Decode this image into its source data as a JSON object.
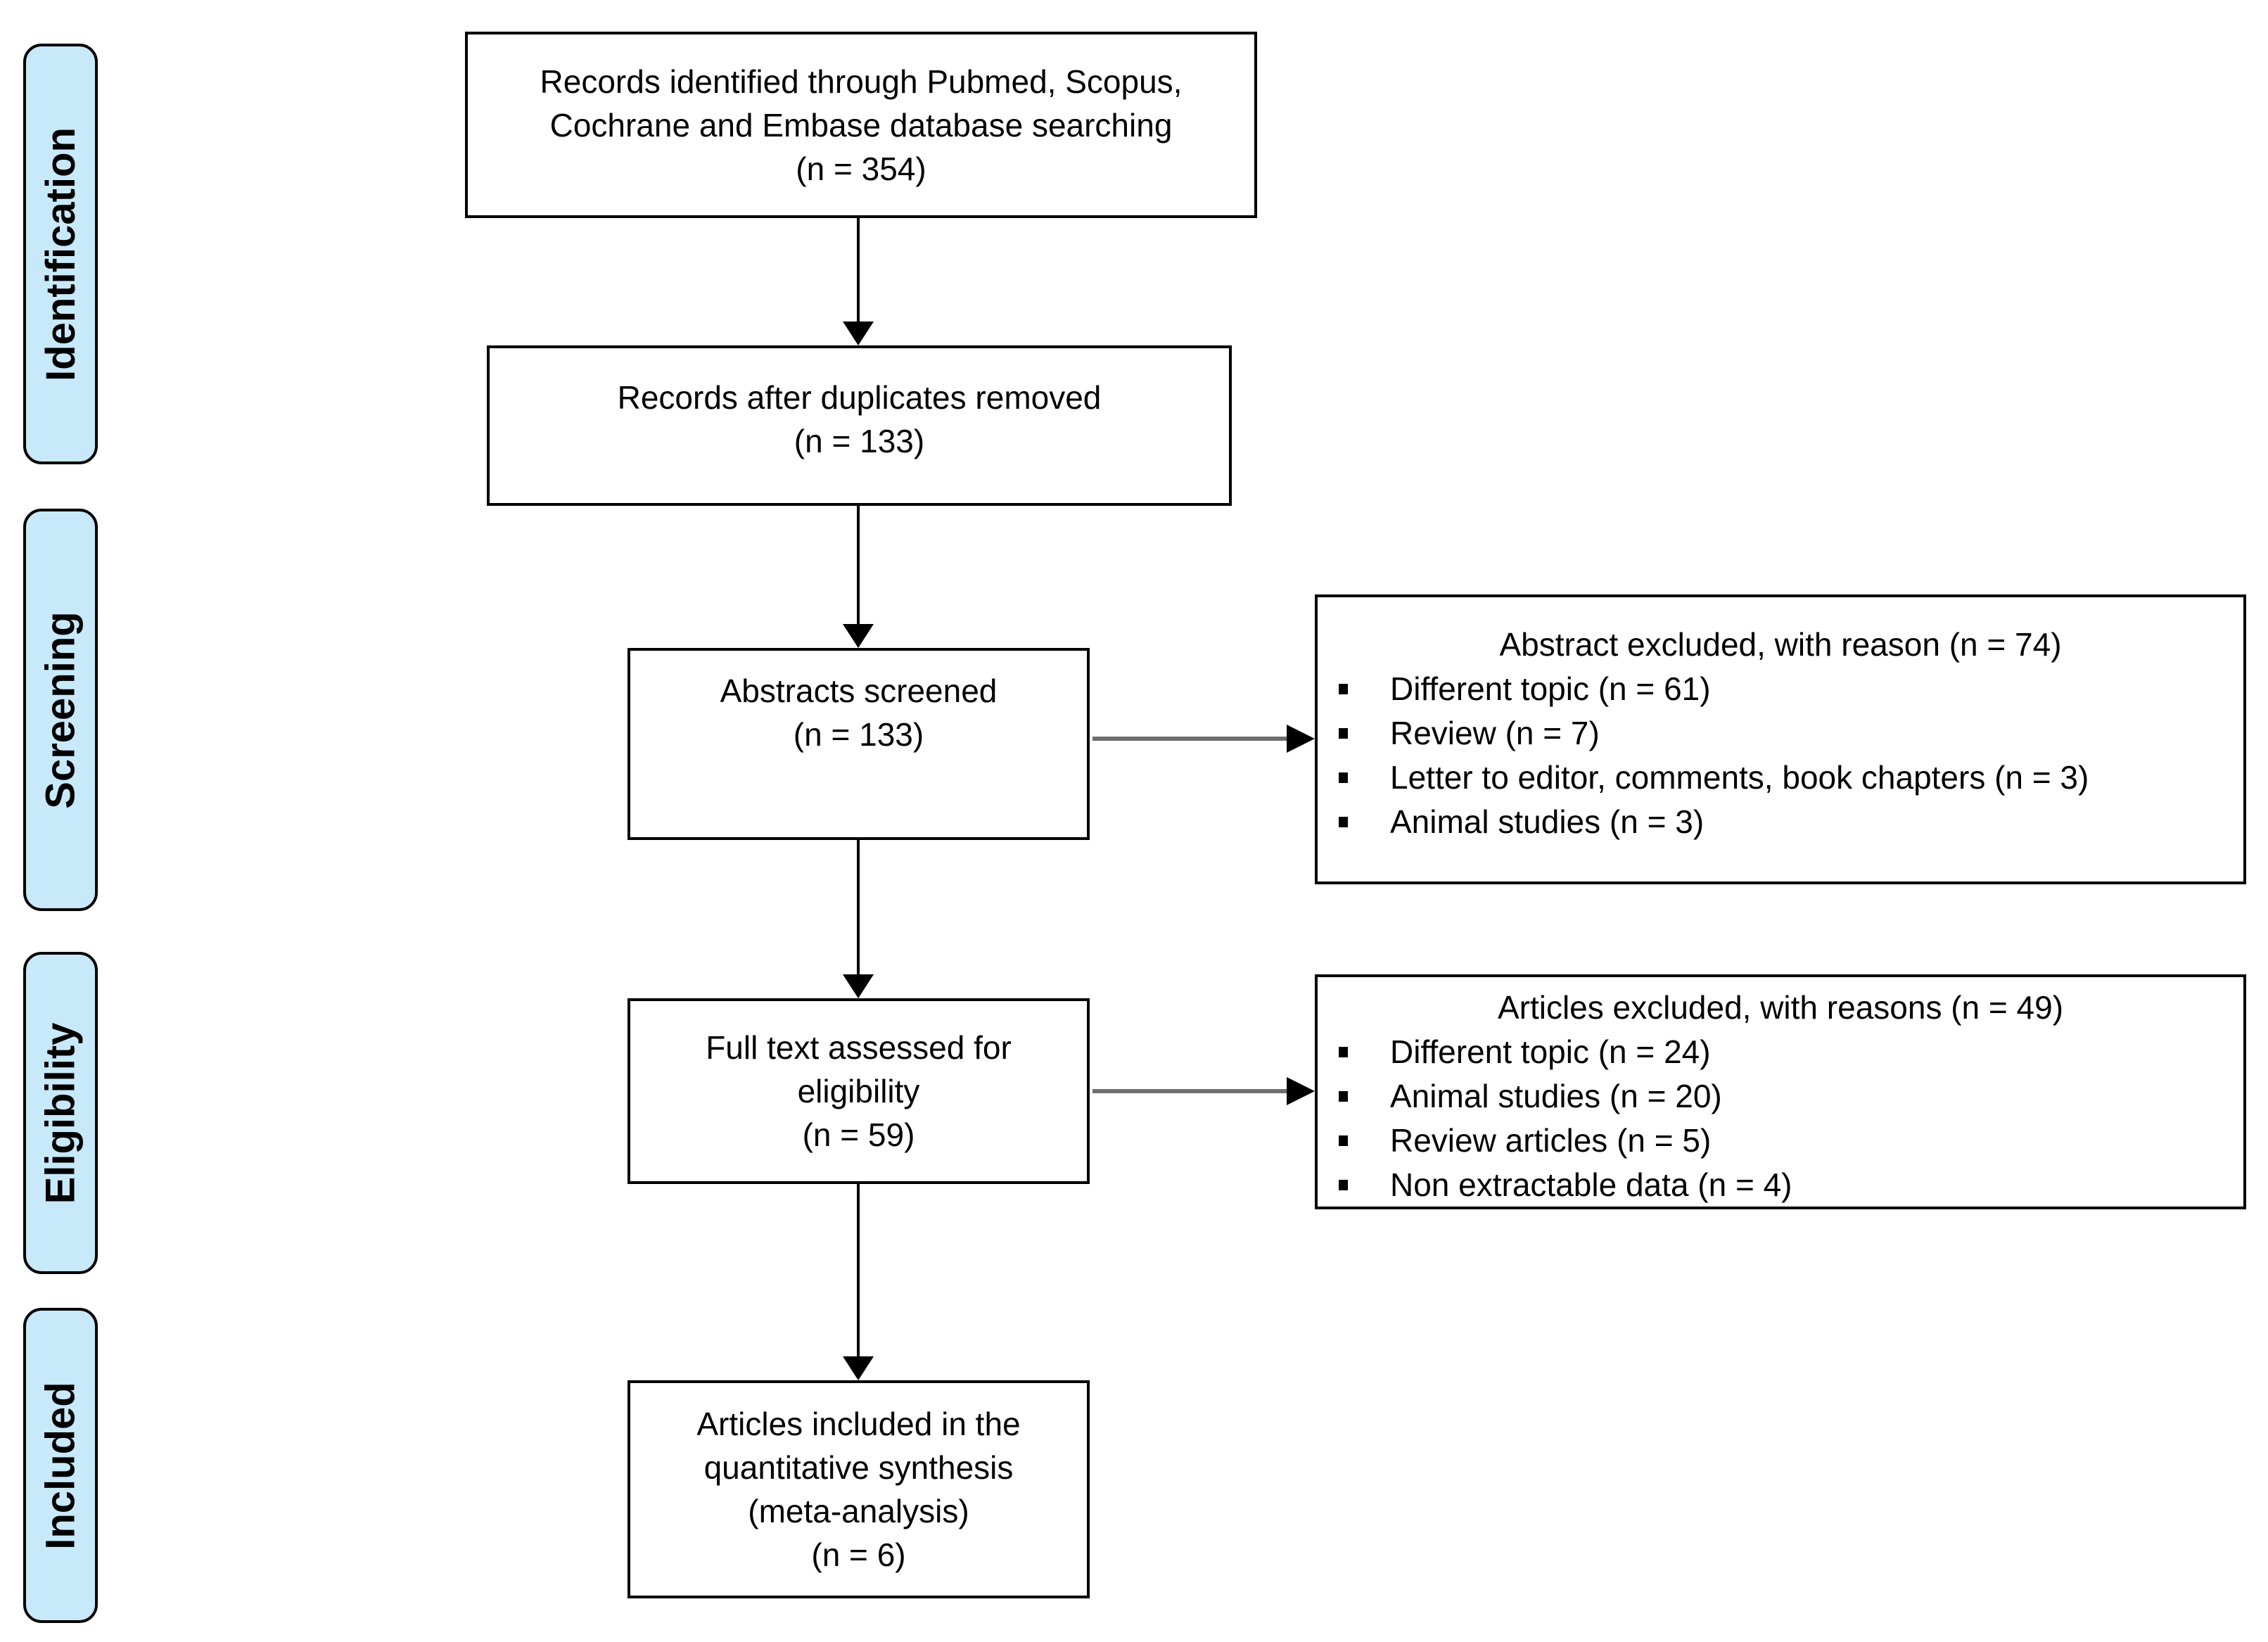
{
  "diagram": {
    "type": "prisma-flowchart",
    "colors": {
      "stage_fill": "#C8E9FA",
      "box_border": "#000000",
      "horizontal_arrow": "#6F6F6F",
      "text": "#000000"
    },
    "stage_labels": [
      {
        "label": "Identification"
      },
      {
        "label": "Screening"
      },
      {
        "label": "Eligibility"
      },
      {
        "label": "Included"
      }
    ],
    "flow_boxes": [
      {
        "lines": [
          "Records identified through Pubmed, Scopus,",
          "Cochrane and Embase database searching",
          "(n = 354)"
        ]
      },
      {
        "lines": [
          "Records after duplicates removed",
          "(n = 133)"
        ]
      },
      {
        "lines": [
          "Abstracts screened",
          "(n = 133)"
        ]
      },
      {
        "lines": [
          "Full text assessed for",
          "eligibility",
          "(n = 59)"
        ]
      },
      {
        "lines": [
          "Articles included in the",
          "quantitative synthesis",
          "(meta-analysis)",
          "(n = 6)"
        ]
      }
    ],
    "exclusion_boxes": [
      {
        "title": "Abstract excluded, with reason (n = 74)",
        "items": [
          "Different topic (n = 61)",
          "Review (n = 7)",
          "Letter to editor, comments, book chapters (n = 3)",
          "Animal studies (n = 3)"
        ]
      },
      {
        "title": "Articles excluded, with reasons (n = 49)",
        "items": [
          "Different topic (n = 24)",
          "Animal studies (n = 20)",
          "Review articles (n = 5)",
          "Non extractable data (n = 4)"
        ]
      }
    ]
  }
}
